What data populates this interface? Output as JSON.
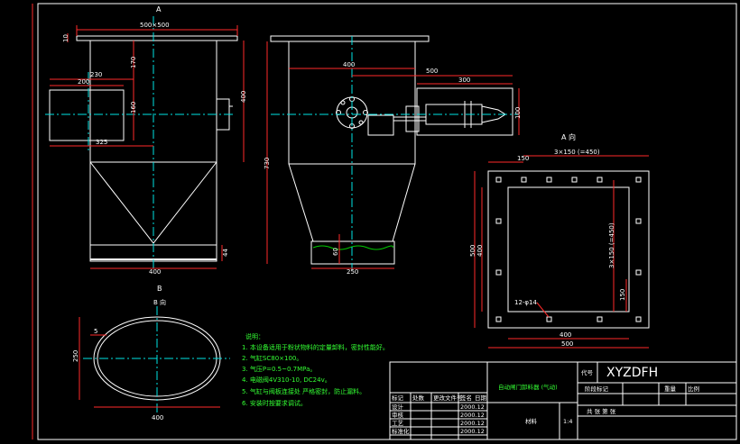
{
  "view_labels": {
    "a_top": "A",
    "b_mid": "B",
    "a_view": "A 向"
  },
  "dims_front": {
    "top_width": "500×500",
    "flange_thk": "10",
    "d230": "230",
    "d200": "200",
    "d170": "170",
    "d160": "160",
    "d325": "325",
    "d400_side": "400",
    "d400_bottom": "400",
    "d_outlet": "44"
  },
  "dims_side": {
    "d400": "400",
    "d500": "500",
    "d300": "300",
    "d100": "100",
    "d730": "730",
    "d60": "60",
    "d250": "250"
  },
  "dims_a_view": {
    "d150_top": "150",
    "pitch_top": "3×150 (=450)",
    "d500_left": "500",
    "d400_left": "400",
    "pitch_right": "3×150 (=450)",
    "d150_right": "150",
    "holes": "12-φ14",
    "d400_bottom": "400",
    "d500_bottom": "500"
  },
  "dims_oval": {
    "d5": "5",
    "d250": "250",
    "d400": "400",
    "label": "B 向"
  },
  "notes": {
    "title": "说明：",
    "items": [
      "1. 本设备适用于粉状物料的定量卸料，密封性能好。",
      "2. 气缸SC80×100。",
      "3. 气压P=0.5~0.7MPa。",
      "4. 电磁阀4V310-10, DC24v。",
      "5. 气缸与阀板连接处 严格密封，防止漏料。",
      "6. 安装时按要求调试。"
    ]
  },
  "title_block": {
    "product_name": "自动闸门卸料器 (气动)",
    "code_label": "代号",
    "code": "XYZDFH",
    "stage_label": "阶段标记",
    "weight_label": "重量",
    "scale_label": "比例",
    "scale": "1:4",
    "sheet_label": "共 张  第 张",
    "material_label": "材料",
    "rows": [
      {
        "role": "设计",
        "name": "",
        "date": "2000.12"
      },
      {
        "role": "审核",
        "name": "",
        "date": "2000.12"
      },
      {
        "role": "工艺",
        "name": "",
        "date": "2000.12"
      },
      {
        "role": "标准化",
        "name": "",
        "date": "2000.12"
      }
    ],
    "header_cells": [
      "标记",
      "处数",
      "更改文件号",
      "签名",
      "日期"
    ]
  },
  "colors": {
    "background": "#000000",
    "outline": "#ffffff",
    "centerline": "#00e5e5",
    "dimension": "#ff2a2a",
    "annotation": "#33ff33"
  }
}
